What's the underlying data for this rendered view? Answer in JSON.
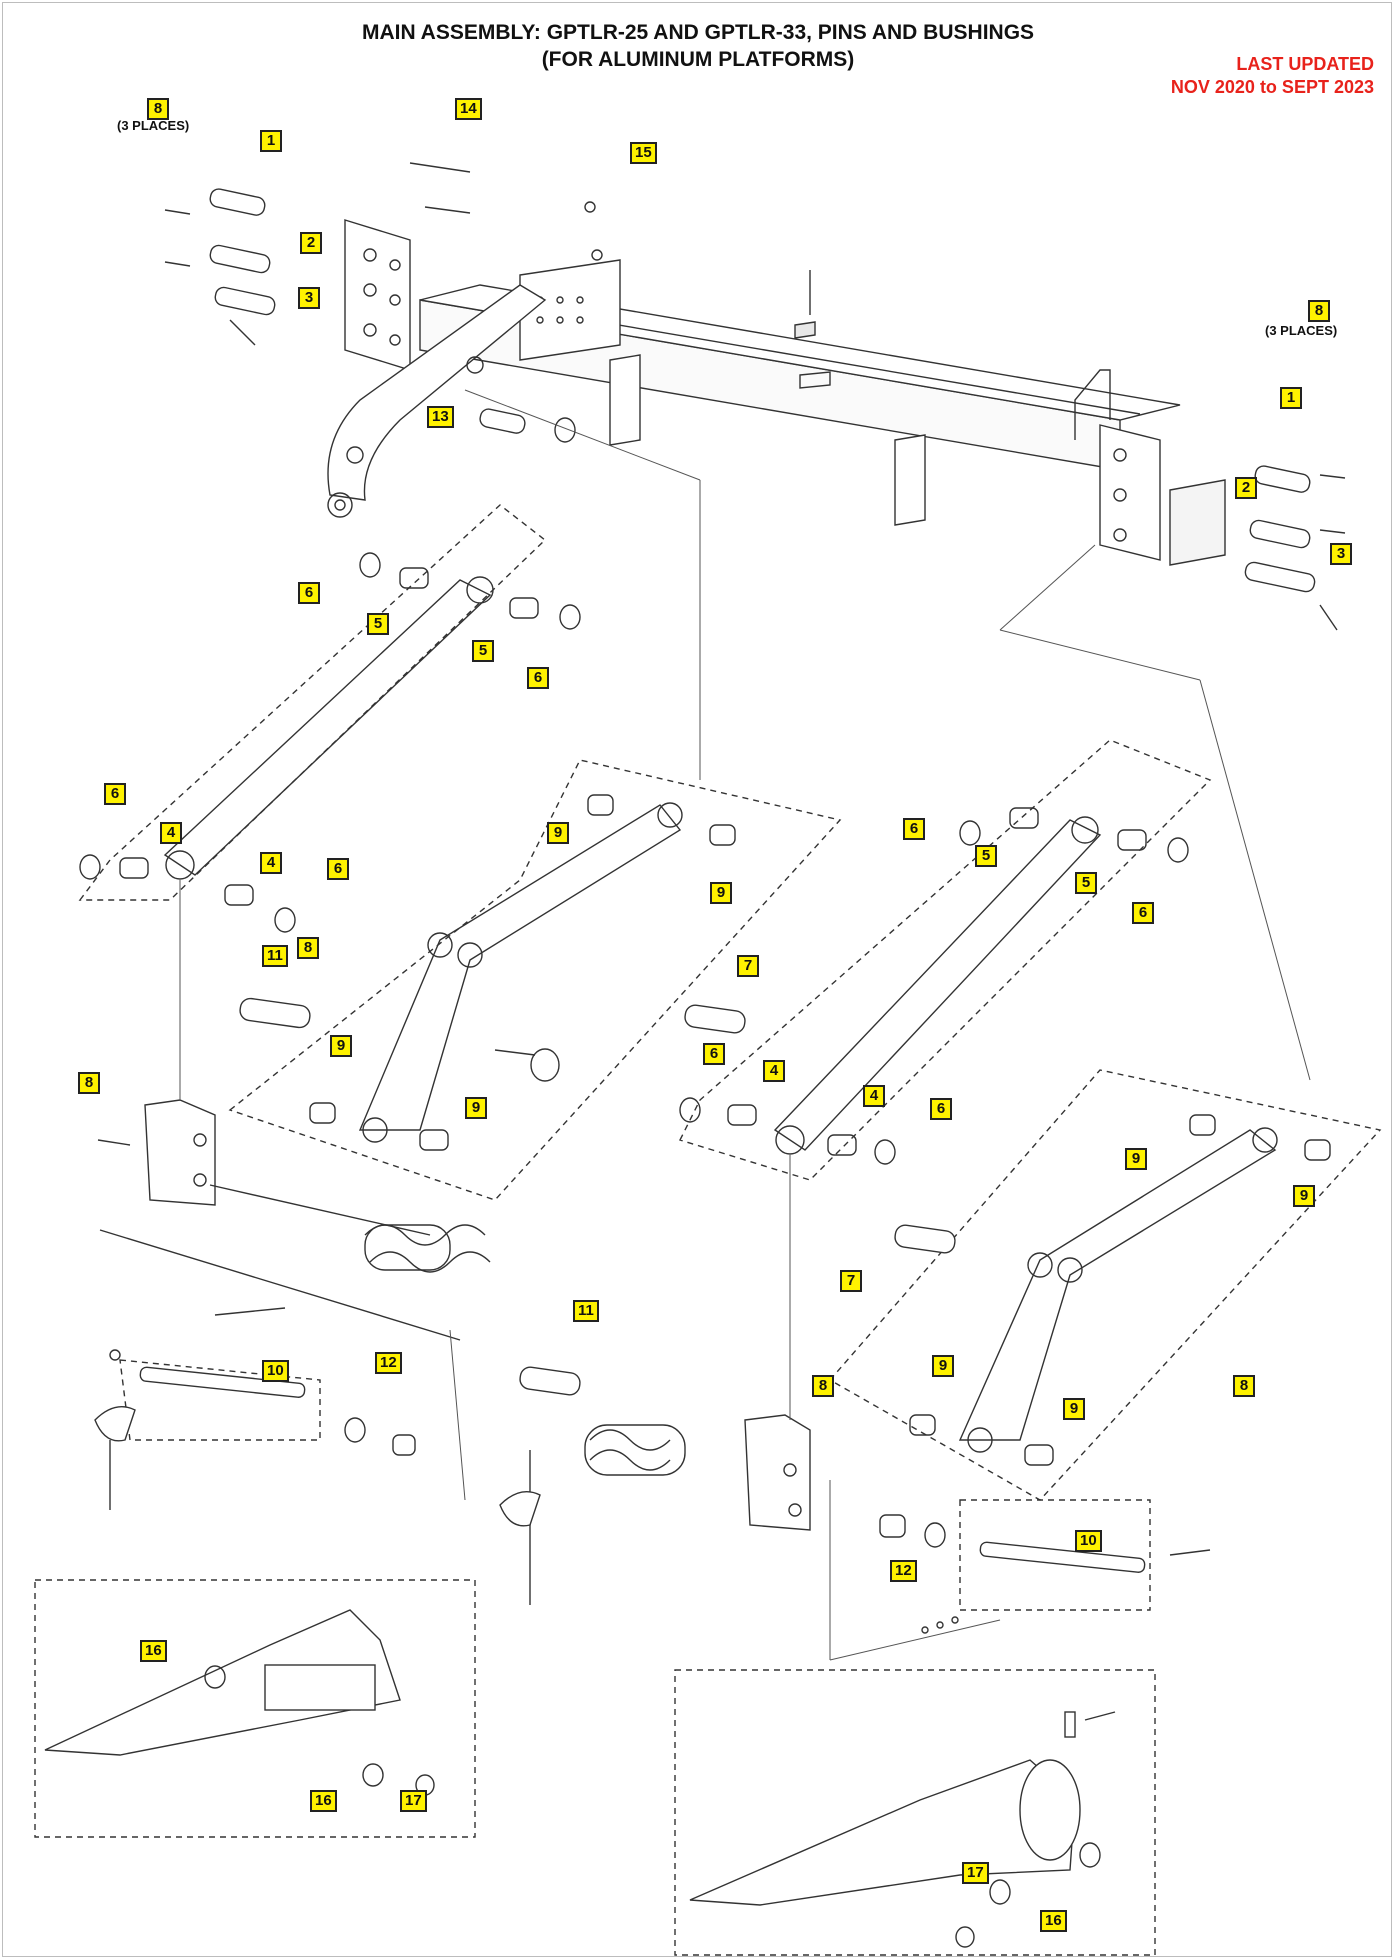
{
  "header": {
    "title_line1": "MAIN ASSEMBLY: GPTLR-25 AND GPTLR-33, PINS AND BUSHINGS",
    "title_line2": "(FOR ALUMINUM PLATFORMS)"
  },
  "update_note": {
    "line1": "LAST UPDATED",
    "line2": "NOV 2020 to SEPT 2023",
    "color": "#e8221b"
  },
  "callout_style": {
    "fill": "#fff200",
    "border": "#222222"
  },
  "notes": {
    "three_places": "(3 PLACES)"
  },
  "callouts": {
    "c1": "1",
    "c2": "2",
    "c3": "3",
    "c4": "4",
    "c5": "5",
    "c6": "6",
    "c7": "7",
    "c8": "8",
    "c9": "9",
    "c10": "10",
    "c11": "11",
    "c12": "12",
    "c13": "13",
    "c14": "14",
    "c15": "15",
    "c16": "16",
    "c17": "17"
  }
}
